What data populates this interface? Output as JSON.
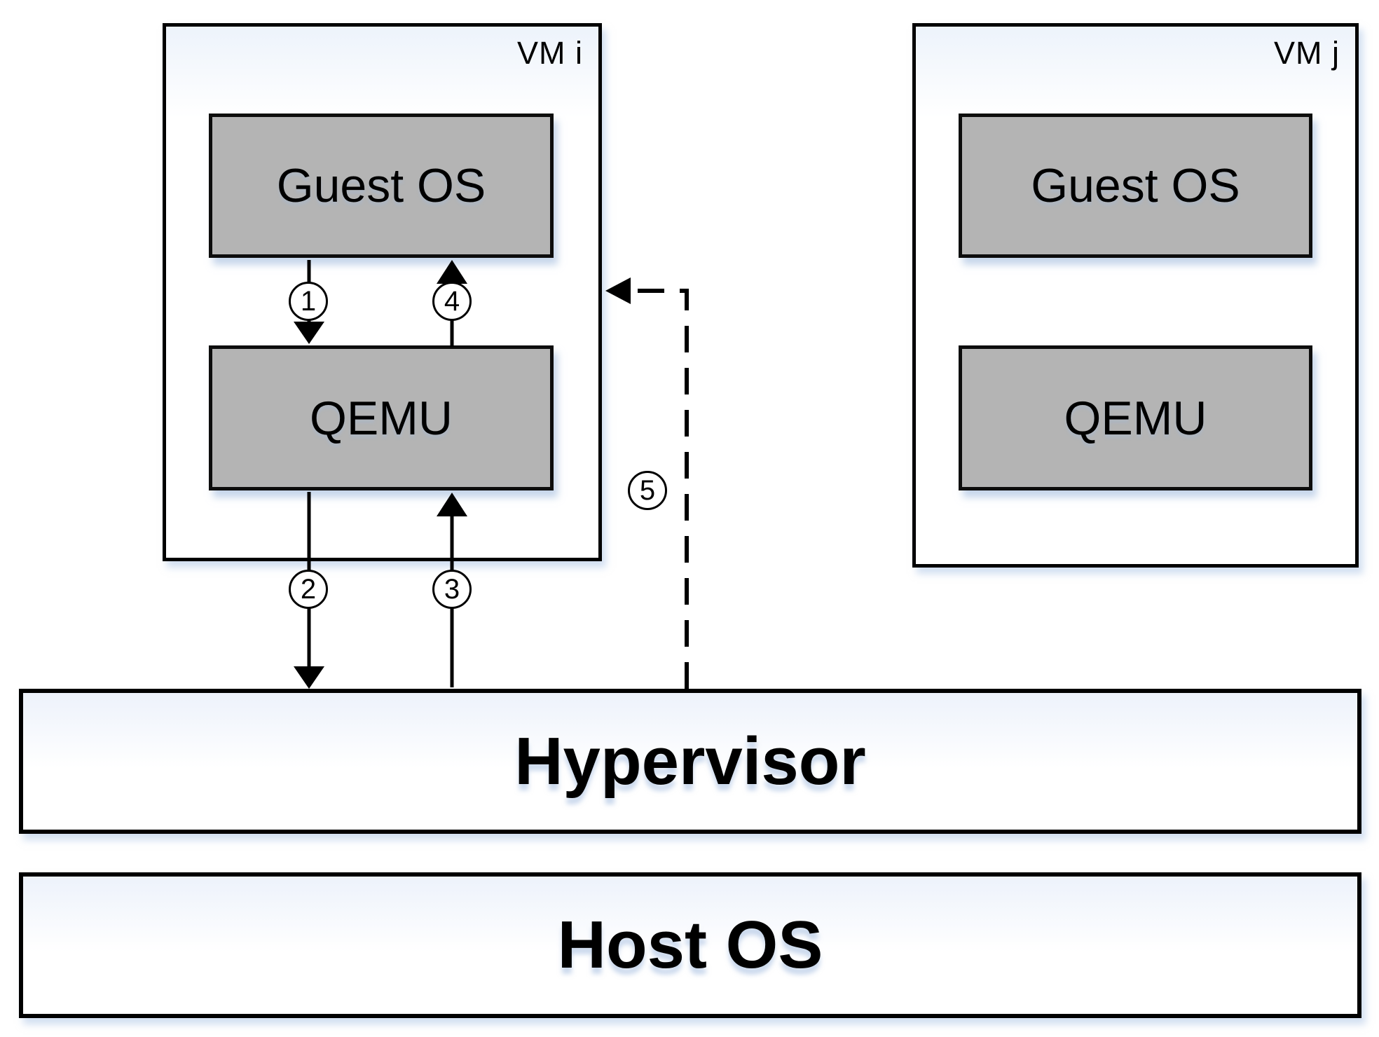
{
  "figure": {
    "vms": [
      {
        "id": "vm-i",
        "title": "VM i",
        "guest_os": "Guest OS",
        "qemu": "QEMU"
      },
      {
        "id": "vm-j",
        "title": "VM j",
        "guest_os": "Guest OS",
        "qemu": "QEMU"
      }
    ],
    "hypervisor_label": "Hypervisor",
    "host_os_label": "Host OS",
    "steps": [
      "1",
      "2",
      "3",
      "4",
      "5"
    ],
    "colors": {
      "node_fill": "#b4b4b4",
      "stroke": "#000000",
      "shadow_tint": "#dbe6f6",
      "background": "#ffffff"
    }
  }
}
